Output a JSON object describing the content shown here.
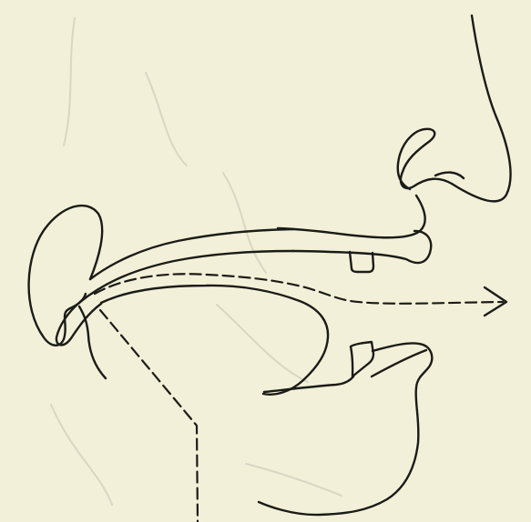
{
  "figure": {
    "background_color": "#f2f0d8",
    "ink_color": "#1b1b18",
    "show_through_color": "#b8b8ae",
    "parts": [
      "nasal-profile",
      "upper-lip",
      "upper-tooth",
      "hard-palate",
      "soft-palate",
      "tongue",
      "lower-tooth",
      "lower-jaw",
      "airflow-path",
      "airflow-arrow",
      "throat-dashed-line"
    ]
  }
}
